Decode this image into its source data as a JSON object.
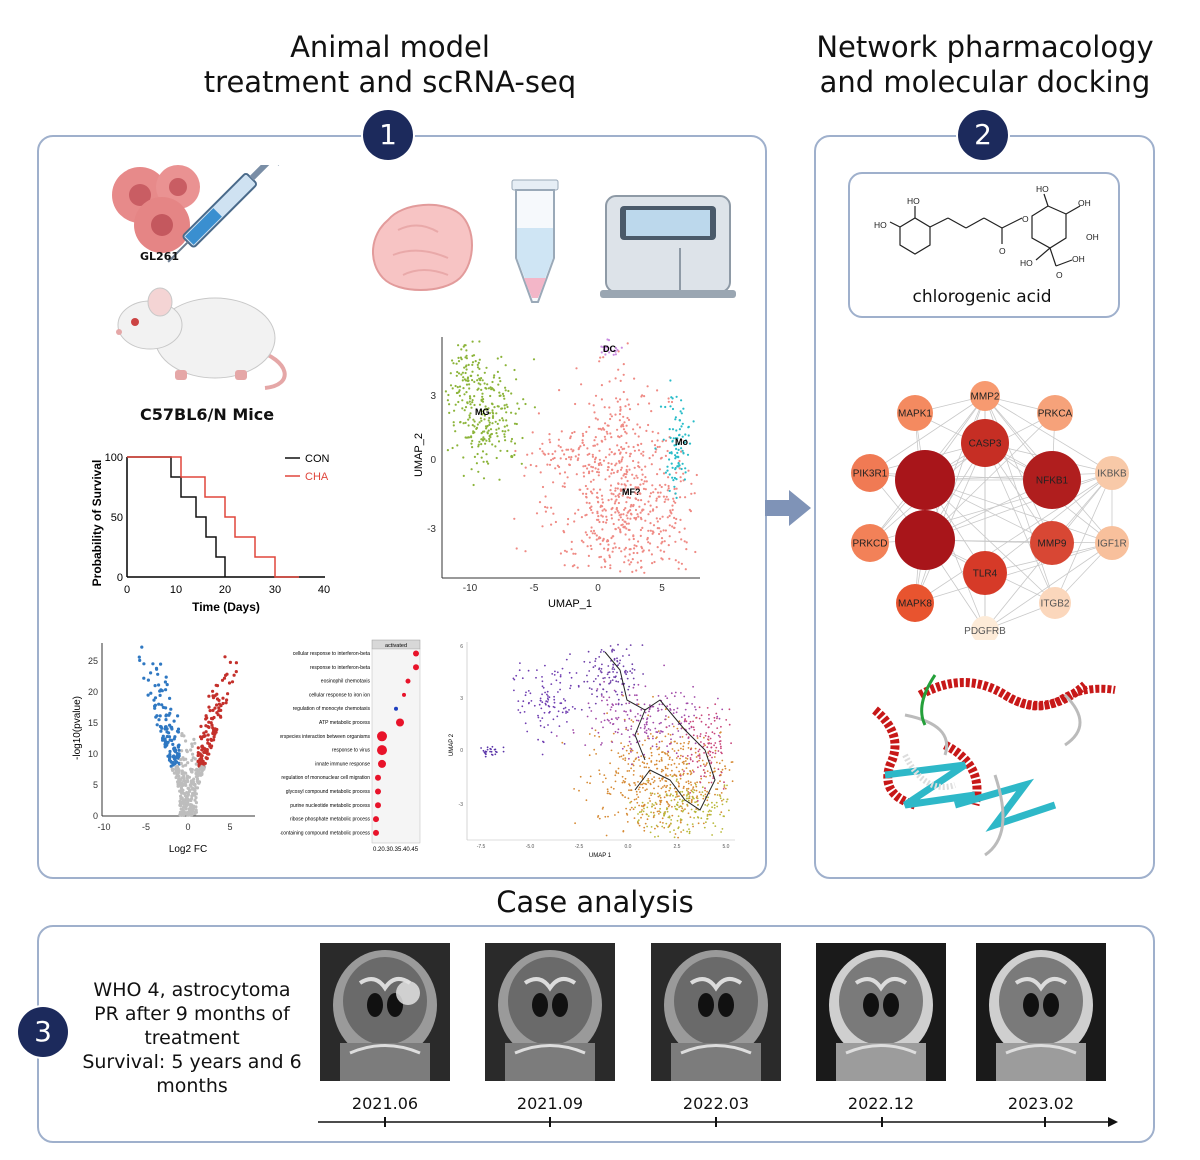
{
  "titles": {
    "section1_line1": "Animal model",
    "section1_line2": "treatment and scRNA-seq",
    "section2_line1": "Network pharmacology",
    "section2_line2": "and molecular docking",
    "section3": "Case analysis"
  },
  "badges": {
    "b1": "1",
    "b2": "2",
    "b3": "3"
  },
  "panel1": {
    "cell_label": "GL261",
    "mouse_label": "C57BL6/N Mice"
  },
  "survival": {
    "ylabel": "Probability of Survival",
    "xlabel": "Time (Days)",
    "legend_con": "CON",
    "legend_cha": "CHA",
    "xticks": [
      "0",
      "10",
      "20",
      "30",
      "40"
    ],
    "yticks": [
      "0",
      "50",
      "100"
    ]
  },
  "umap": {
    "xlabel": "UMAP_1",
    "ylabel": "UMAP_2",
    "xticks": [
      "-10",
      "-5",
      "0",
      "5"
    ],
    "yticks": [
      "3",
      "0",
      "-3"
    ],
    "clusters": [
      "DC",
      "MG",
      "Mo",
      "MF?"
    ]
  },
  "volcano": {
    "xlabel": "Log2 FC",
    "ylabel": "-log10(pvalue)",
    "xticks": [
      "-10",
      "-5",
      "0",
      "5"
    ],
    "yticks": [
      "0",
      "5",
      "10",
      "15",
      "20",
      "25"
    ]
  },
  "go": {
    "header": "activated",
    "terms": [
      "cellular response to interferon-beta",
      "response to interferon-beta",
      "eosinophil chemotaxis",
      "cellular response to iron ion",
      "regulation of monocyte chemotaxis",
      "ATP metabolic process",
      "biological process involved in interspecies interaction between organisms",
      "response to virus",
      "innate immune response",
      "regulation of mononuclear cell migration",
      "glycosyl compound metabolic process",
      "purine nucleotide metabolic process",
      "ribose phosphate metabolic process",
      "purine-containing compound metabolic process"
    ],
    "xticks": "0.20.30.35.40.45"
  },
  "trajectory": {
    "xlabel": "UMAP 1",
    "ylabel": "UMAP 2",
    "xticks": [
      "-7.5",
      "-5.0",
      "-2.5",
      "0.0",
      "2.5",
      "5.0"
    ],
    "yticks": [
      "6",
      "3",
      "0",
      "-3"
    ]
  },
  "panel2": {
    "compound_name": "chlorogenic acid",
    "atoms": [
      "HO",
      "HO",
      "O",
      "O",
      "HO",
      "OH",
      "HO",
      "OH",
      "O",
      "OH"
    ],
    "network_nodes": [
      "MMP2",
      "MAPK1",
      "PRKCA",
      "CASP3",
      "PIK3R1",
      "NFKB1",
      "IKBKB",
      "PRKCD",
      "MMP9",
      "IGF1R",
      "TLR4",
      "MAPK8",
      "ITGB2",
      "PDGFRB"
    ]
  },
  "case": {
    "line1": "WHO 4, astrocytoma",
    "line2": "PR after 9 months of",
    "line3": "treatment",
    "line4": "Survival: 5 years and 6",
    "line5": "months",
    "dates": [
      "2021.06",
      "2021.09",
      "2022.03",
      "2022.12",
      "2023.02"
    ]
  },
  "colors": {
    "navy": "#1c2a5c",
    "panel_border": "#9fb0cc",
    "con": "#111111",
    "cha": "#e0463c",
    "mg": "#8cb43a",
    "mf": "#ef8a84",
    "mo": "#28bcc8",
    "dc": "#c98be0"
  }
}
